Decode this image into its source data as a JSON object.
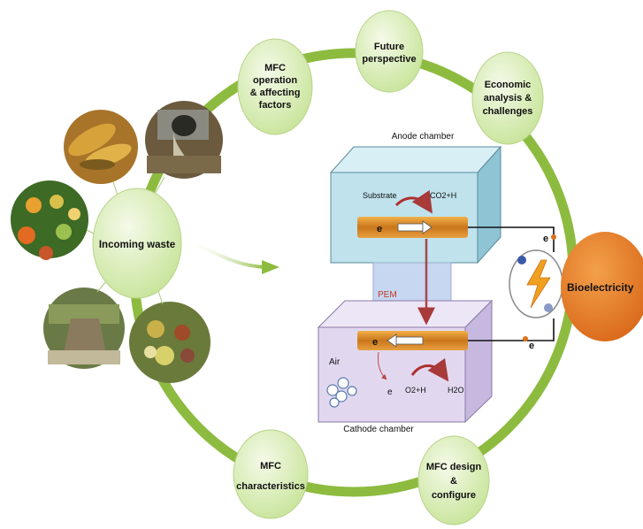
{
  "topics": {
    "mfc_operation": [
      "MFC",
      "operation",
      "& affecting",
      "factors"
    ],
    "future_perspective": [
      "Future",
      "perspective"
    ],
    "economic_analysis": [
      "Economic",
      "analysis &",
      "challenges"
    ],
    "mfc_characteristics": [
      "MFC",
      "characteristics"
    ],
    "mfc_design": [
      "MFC design",
      "&",
      "configure"
    ]
  },
  "incoming_waste": "Incoming waste",
  "anode_chamber": "Anode chamber",
  "cathode_chamber": "Cathode chamber",
  "pem": "PEM",
  "substrate": "Substrate",
  "co2h": "CO2+H",
  "electron": "e",
  "air": "Air",
  "o2h": "O2+H",
  "h2o": "H2O",
  "bioelectricity": "Bioelectricity",
  "colors": {
    "ring": "#8dbb3f",
    "bubble": "#dff0c4",
    "anode": "#bfe2ec",
    "cathode": "#e1d8ef",
    "electrode": "#d88a1f",
    "bioelectricity": "#e8872a",
    "pem": "#c7d6f1"
  }
}
